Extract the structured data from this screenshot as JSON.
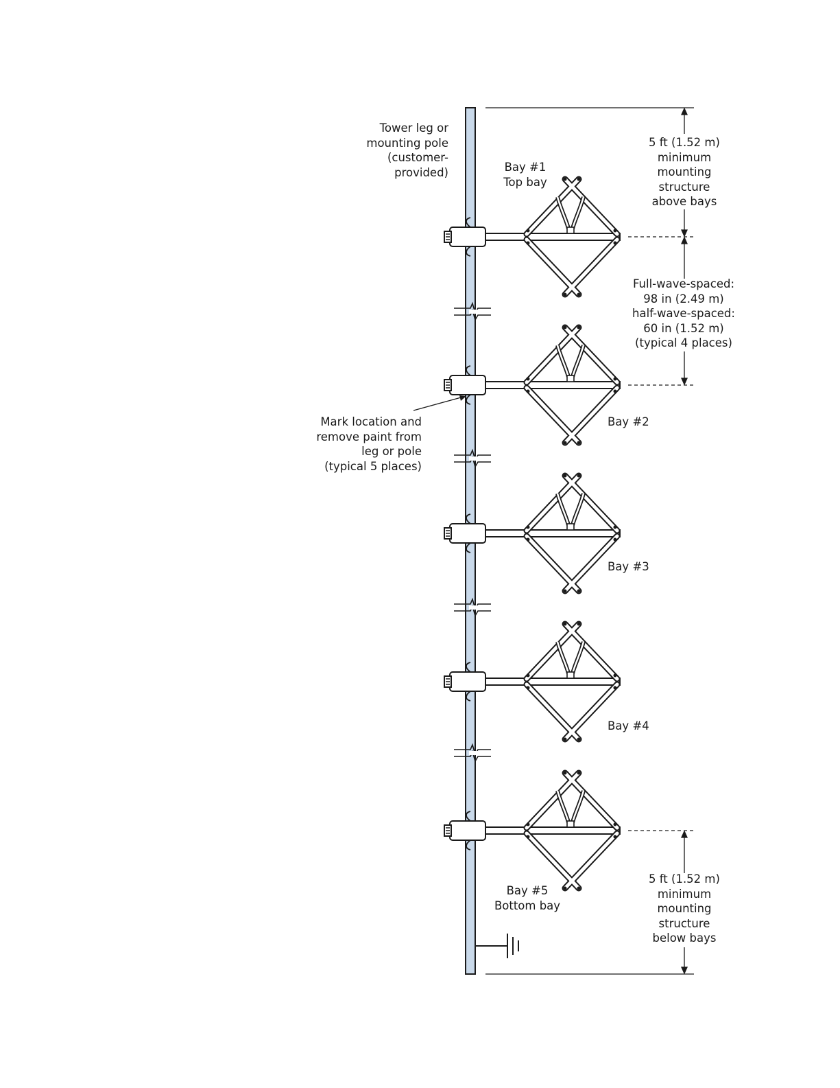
{
  "labels": {
    "tower": [
      "Tower leg or",
      "mounting pole",
      "(customer-",
      "provided)"
    ],
    "top_dim": [
      "5 ft (1.52 m)",
      "minimum",
      "mounting",
      "structure",
      "above bays"
    ],
    "spacing": [
      "Full-wave-spaced:",
      "98 in (2.49 m)",
      "half-wave-spaced:",
      "60 in (1.52 m)",
      "(typical 4 places)"
    ],
    "mark": [
      "Mark location and",
      "remove paint from",
      "leg or pole",
      "(typical 5 places)"
    ],
    "bottom_dim": [
      "5 ft (1.52 m)",
      "minimum",
      "mounting",
      "structure",
      "below bays"
    ]
  },
  "bays": [
    {
      "lines": [
        "Bay #1",
        "Top bay"
      ]
    },
    {
      "lines": [
        "Bay #2"
      ]
    },
    {
      "lines": [
        "Bay #3"
      ]
    },
    {
      "lines": [
        "Bay #4"
      ]
    },
    {
      "lines": [
        "Bay #5",
        "Bottom bay"
      ]
    }
  ],
  "colors": {
    "pole": "#c9d9ea",
    "line": "#1a1a1a",
    "bracket": "#ffffff"
  },
  "icons": {
    "ground": "ground-symbol-icon",
    "arrow": "arrowhead-icon"
  }
}
